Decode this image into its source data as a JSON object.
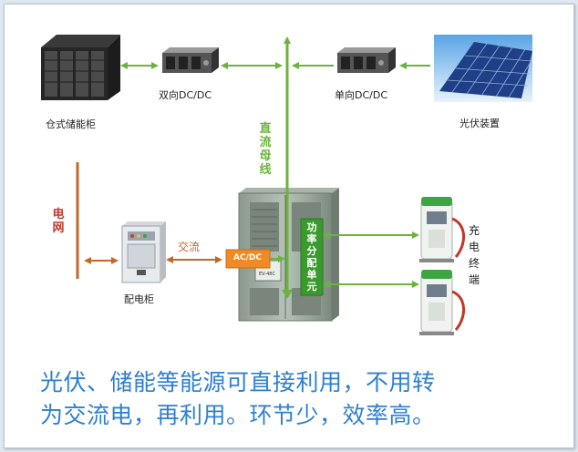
{
  "labels": {
    "storage_cabinet": "仓式储能柜",
    "bidirectional_dcdc": "双向DC/DC",
    "unidirectional_dcdc": "单向DC/DC",
    "pv_device": "光伏装置",
    "dc_bus": "直流母线",
    "grid": "电网",
    "ac": "交流",
    "distribution_cabinet": "配电柜",
    "acdc": "AC/DC",
    "power_unit": "功率分配单元",
    "charging_terminal": "充电终端",
    "cabinet_model": "EV-48C"
  },
  "caption": {
    "line1": "光伏、储能等能源可直接利用，不用转",
    "line2": "为交流电，再利用。环节少，效率高。"
  },
  "colors": {
    "dc_arrow": "#6cb33e",
    "grid_line": "#c2692a",
    "ac_arrow": "#c2692a",
    "acdc_box": "#f08a24",
    "power_box": "#3a9a2e",
    "grid_text": "#c0392b",
    "caption_text": "#2e7fd1"
  }
}
